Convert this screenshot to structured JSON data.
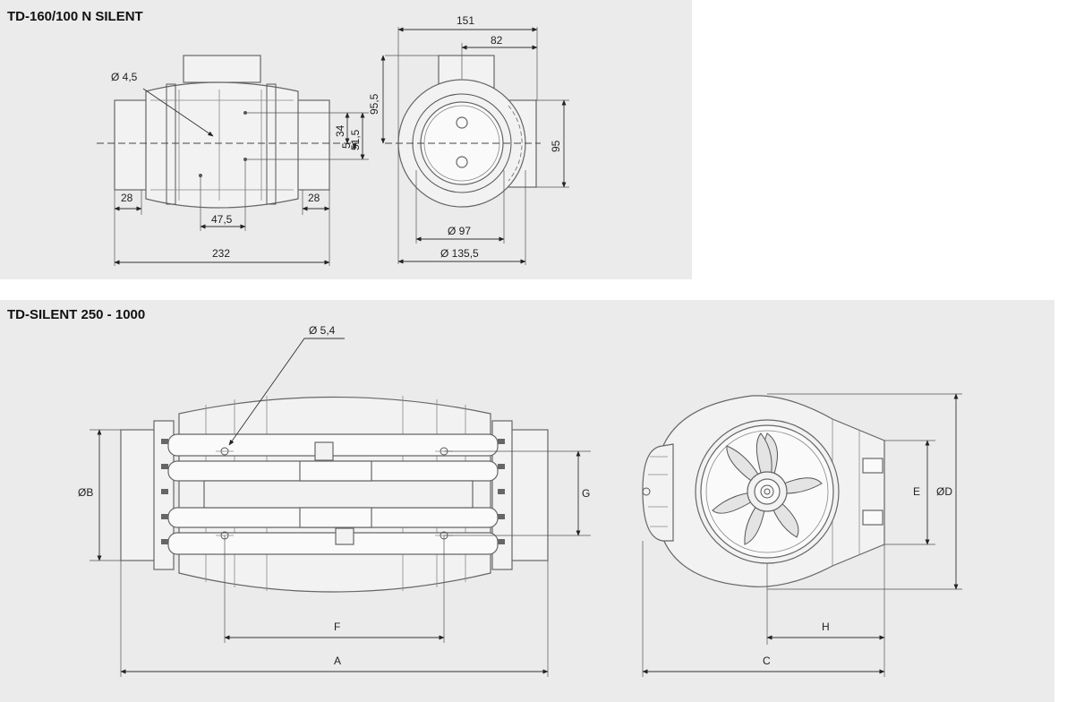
{
  "panels": [
    {
      "title": "TD-160/100 N SILENT",
      "dims": {
        "d_hole": "Ø 4,5",
        "d_28_left": "28",
        "d_47_5": "47,5",
        "d_28_right": "28",
        "d_232": "232",
        "d_34": "34",
        "d_5": "5",
        "d_51_5": "51,5",
        "d_95_5": "95,5",
        "d_151": "151",
        "d_82": "82",
        "d_95": "95",
        "d_97": "Ø 97",
        "d_135_5": "Ø 135,5"
      }
    },
    {
      "title": "TD-SILENT 250 - 1000",
      "dims": {
        "d_hole": "Ø 5,4",
        "B": "ØB",
        "G": "G",
        "F": "F",
        "A": "A",
        "E": "E",
        "D": "ØD",
        "H": "H",
        "C": "C"
      }
    }
  ]
}
